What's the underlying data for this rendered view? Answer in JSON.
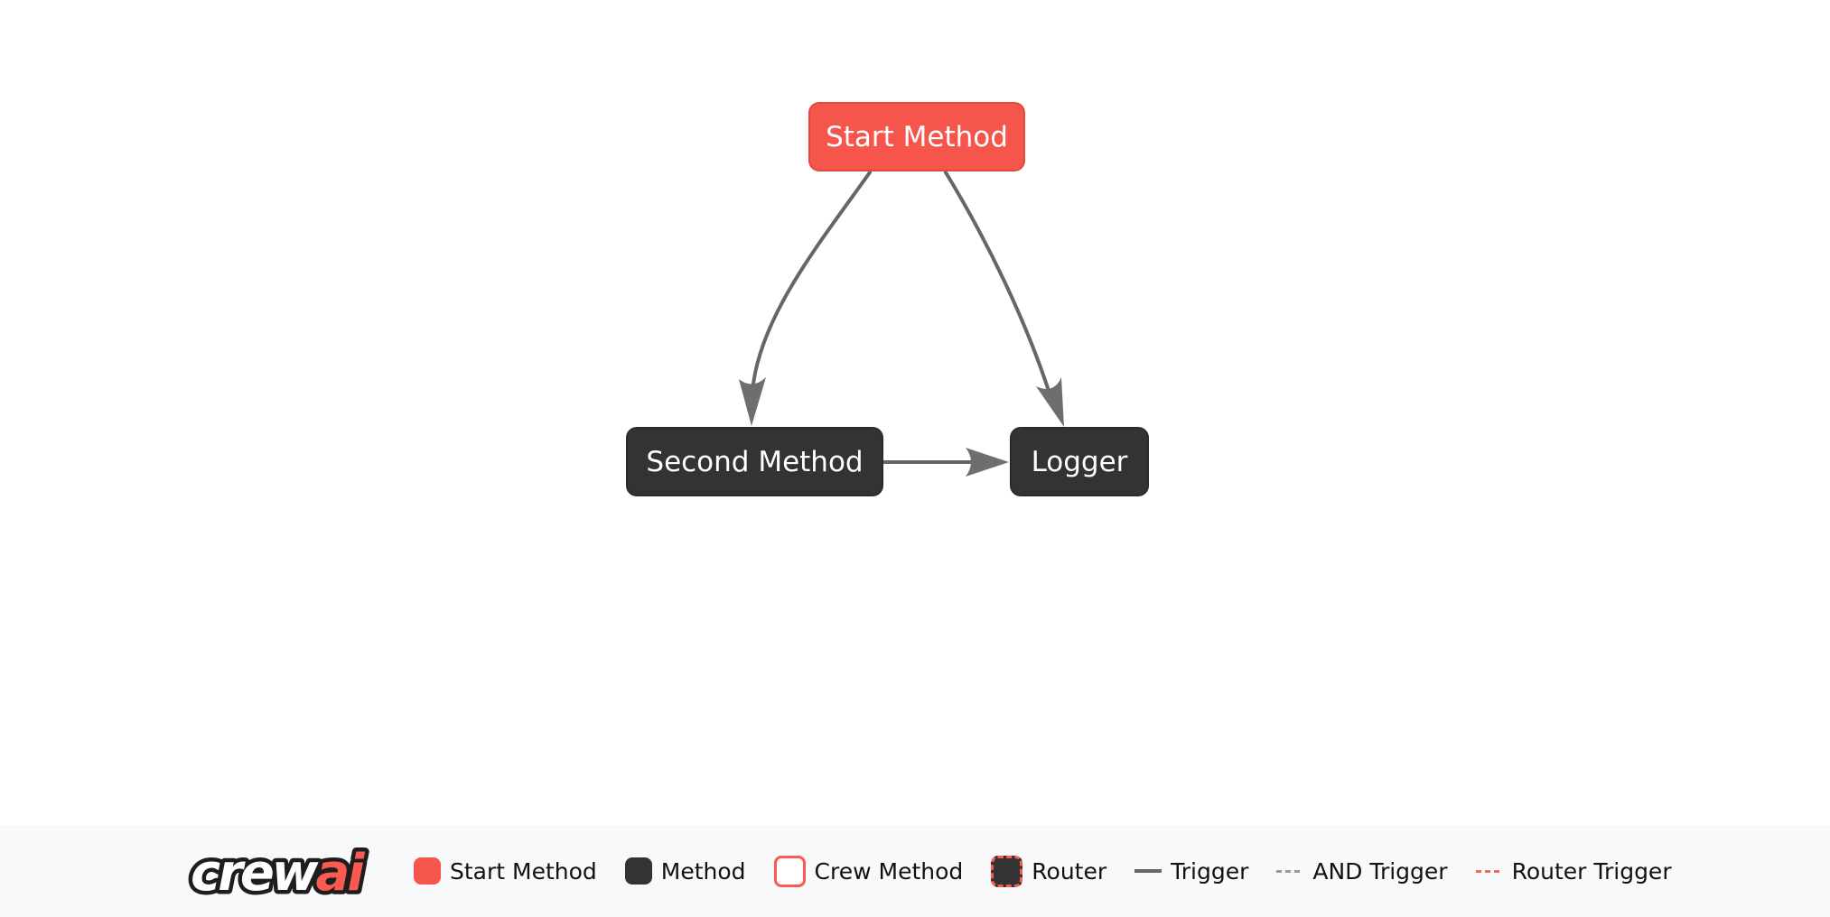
{
  "colors": {
    "nodeStartBg": "#F5554A",
    "nodeStartBorder": "#E04A40",
    "nodeDarkBg": "#333333",
    "nodeDarkBorder": "#2B2B2B",
    "edge": "#666666",
    "edgeHead": "#6E6E6E",
    "accentRed": "#FA5A50",
    "footerBg": "#F8F9FA",
    "legendText": "#111111",
    "andDash": "#999999",
    "routerDash": "#F2685F"
  },
  "diagram": {
    "nodes": [
      {
        "label": "Start Method",
        "type": "start-method"
      },
      {
        "label": "Second Method",
        "type": "method"
      },
      {
        "label": "Logger",
        "type": "method"
      }
    ],
    "edges": [
      {
        "from": "Start Method",
        "to": "Second Method",
        "kind": "trigger"
      },
      {
        "from": "Start Method",
        "to": "Logger",
        "kind": "trigger"
      },
      {
        "from": "Second Method",
        "to": "Logger",
        "kind": "trigger"
      }
    ]
  },
  "footer": {
    "logo": {
      "part1": "crew",
      "part2": "ai"
    },
    "legend": [
      {
        "label": "Start Method",
        "swatch": "start-method-swatch"
      },
      {
        "label": "Method",
        "swatch": "method-swatch"
      },
      {
        "label": "Crew Method",
        "swatch": "crew-method-swatch"
      },
      {
        "label": "Router",
        "swatch": "router-swatch"
      },
      {
        "label": "Trigger",
        "swatch": "trigger-line"
      },
      {
        "label": "AND Trigger",
        "swatch": "and-trigger-line"
      },
      {
        "label": "Router Trigger",
        "swatch": "router-trigger-line"
      }
    ]
  }
}
